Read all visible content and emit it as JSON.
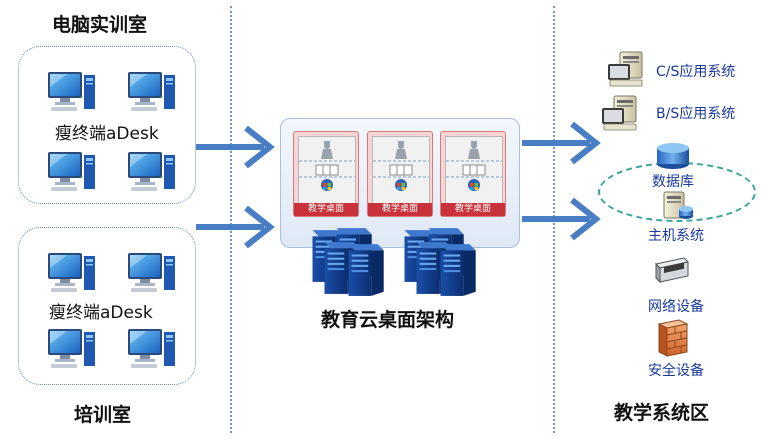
{
  "left": {
    "top_lab": {
      "title": "电脑实训室",
      "terminal_label": "瘦终端aDesk"
    },
    "bottom_lab": {
      "title": "培训室",
      "terminal_label": "瘦终端aDesk"
    }
  },
  "center": {
    "title": "教育云桌面架构",
    "vm_cards": [
      {
        "label": "教学桌面"
      },
      {
        "label": "教学桌面"
      },
      {
        "label": "教学桌面"
      }
    ]
  },
  "right": {
    "title": "教学系统区",
    "systems": [
      {
        "label": "C/S应用系统",
        "icon": "server-workstation-icon"
      },
      {
        "label": "B/S应用系统",
        "icon": "server-workstation-icon"
      },
      {
        "label": "数据库",
        "icon": "database-icon"
      },
      {
        "label": "主机系统",
        "icon": "host-server-icon"
      },
      {
        "label": "网络设备",
        "icon": "network-device-icon"
      },
      {
        "label": "安全设备",
        "icon": "firewall-icon"
      }
    ]
  },
  "colors": {
    "arrow": "#4a7ec4",
    "divider": "#6e9bc4",
    "vm_label_bg": "#c9323a",
    "ellipse": "#3aa39a",
    "system_label": "#1a3a9c"
  }
}
